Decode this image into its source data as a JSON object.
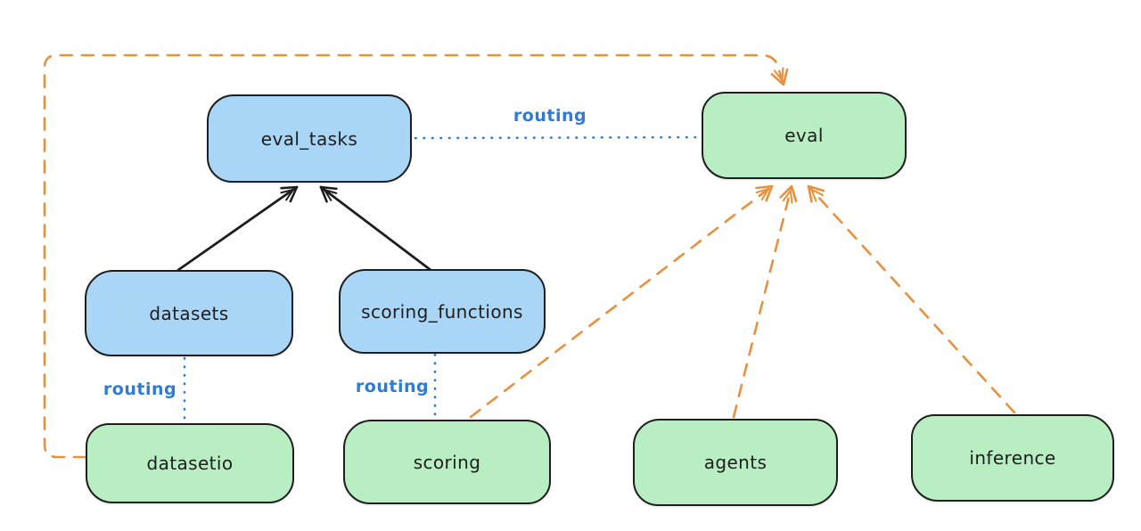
{
  "diagram": {
    "colors": {
      "background": "#ffffff",
      "node_stroke": "#1e1e1e",
      "blue_node_fill": "#a9d6f7",
      "green_node_fill": "#b9eec3",
      "solid_arrow": "#1e1e1e",
      "routing_line": "#2e7cd6",
      "provider_arrow": "#e8913c"
    },
    "nodes": {
      "eval_tasks": {
        "label": "eval_tasks",
        "fill": "#a9d6f7"
      },
      "eval": {
        "label": "eval",
        "fill": "#b9eec3"
      },
      "datasets": {
        "label": "datasets",
        "fill": "#a9d6f7"
      },
      "scoring_functions": {
        "label": "scoring_functions",
        "fill": "#a9d6f7"
      },
      "datasetio": {
        "label": "datasetio",
        "fill": "#b9eec3"
      },
      "scoring": {
        "label": "scoring",
        "fill": "#b9eec3"
      },
      "agents": {
        "label": "agents",
        "fill": "#b9eec3"
      },
      "inference": {
        "label": "inference",
        "fill": "#b9eec3"
      }
    },
    "edge_labels": {
      "eval_tasks_eval": "routing",
      "datasets_datasetio": "routing",
      "scoring_functions_scoring": "routing"
    },
    "edges": [
      {
        "from": "datasets",
        "to": "eval_tasks",
        "style": "solid",
        "color": "#1e1e1e",
        "arrow": true,
        "label": ""
      },
      {
        "from": "scoring_functions",
        "to": "eval_tasks",
        "style": "solid",
        "color": "#1e1e1e",
        "arrow": true,
        "label": ""
      },
      {
        "from": "eval_tasks",
        "to": "eval",
        "style": "dotted",
        "color": "#2e7cd6",
        "arrow": false,
        "label": "routing"
      },
      {
        "from": "datasets",
        "to": "datasetio",
        "style": "dotted",
        "color": "#2e7cd6",
        "arrow": false,
        "label": "routing"
      },
      {
        "from": "scoring_functions",
        "to": "scoring",
        "style": "dotted",
        "color": "#2e7cd6",
        "arrow": false,
        "label": "routing"
      },
      {
        "from": "scoring",
        "to": "eval",
        "style": "dashed",
        "color": "#e8913c",
        "arrow": true,
        "label": ""
      },
      {
        "from": "agents",
        "to": "eval",
        "style": "dashed",
        "color": "#e8913c",
        "arrow": true,
        "label": ""
      },
      {
        "from": "inference",
        "to": "eval",
        "style": "dashed",
        "color": "#e8913c",
        "arrow": true,
        "label": ""
      },
      {
        "from": "datasetio",
        "to": "eval",
        "style": "dashed",
        "color": "#e8913c",
        "arrow": true,
        "label": "",
        "route": "left-edge-then-top"
      }
    ]
  }
}
